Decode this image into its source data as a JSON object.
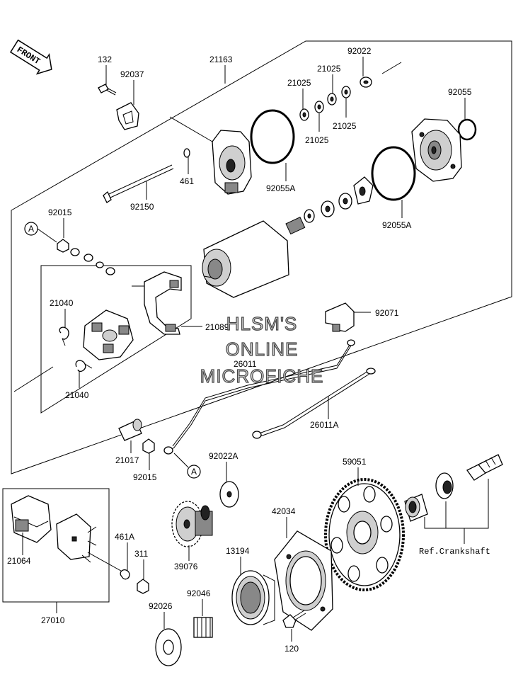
{
  "front_badge": "FRONT",
  "watermark": {
    "line1": "HLSM'S",
    "line2": "ONLINE",
    "line3": "MICROFICHE"
  },
  "ref_label": "Ref.Crankshaft",
  "callout_letter": "A",
  "parts": {
    "p132": "132",
    "p92037": "92037",
    "p21163": "21163",
    "p92022": "92022",
    "p21025_a": "21025",
    "p21025_b": "21025",
    "p21025_c": "21025",
    "p21025_d": "21025",
    "p92055": "92055",
    "p461": "461",
    "p92150": "92150",
    "p92055A_a": "92055A",
    "p92055A_b": "92055A",
    "p92015_a": "92015",
    "p21040_a": "21040",
    "p21040_b": "21040",
    "p21089": "21089",
    "p92071": "92071",
    "p26011": "26011",
    "p26011A": "26011A",
    "p21017": "21017",
    "p92015_b": "92015",
    "p92022A": "92022A",
    "p59051": "59051",
    "p42034": "42034",
    "p39076": "39076",
    "p13194": "13194",
    "p21064": "21064",
    "p461A": "461A",
    "p311": "311",
    "p92026": "92026",
    "p92046": "92046",
    "p120": "120",
    "p27010": "27010"
  }
}
